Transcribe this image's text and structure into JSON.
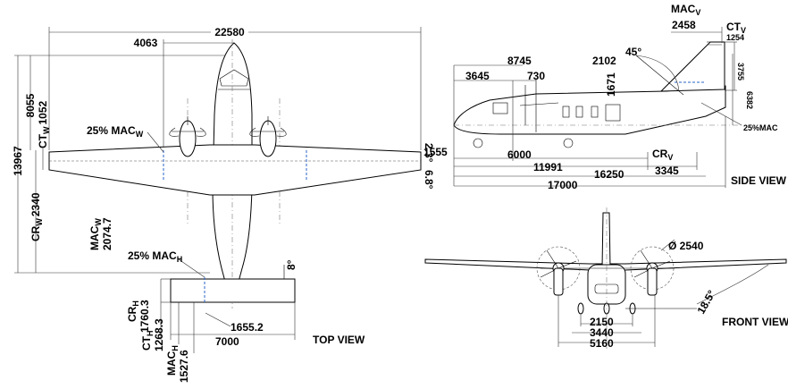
{
  "top_view": {
    "title": "TOP VIEW",
    "span": "22580",
    "nose_to_mac": "4063",
    "total_width": "13967",
    "wing_offset": "8055",
    "ct_w_label": "CT",
    "ct_w_sub": "W",
    "ct_w_value": "1052",
    "cr_w_label": "CR",
    "cr_w_sub": "W",
    "cr_w_value": "2340",
    "mac_w_quarter_label": "25% MAC",
    "mac_w_quarter_sub": "W",
    "mac_w_label": "MAC",
    "mac_w_sub": "W",
    "mac_w_value": "2074.7",
    "sweep_angle": "2.3°",
    "dihedral_angle": "6.8°",
    "mac_h_quarter_label": "25% MAC",
    "mac_h_quarter_sub": "H",
    "tail_angle": "8°",
    "cr_h_label": "CR",
    "cr_h_sub": "H",
    "cr_h_value": "1760.3",
    "ct_h_label": "CT",
    "ct_h_sub": "H",
    "ct_h_value": "1268.3",
    "mac_h_label": "MAC",
    "mac_h_sub": "H",
    "mac_h_value": "1527.6",
    "tail_offset": "1655.2",
    "tail_span": "7000"
  },
  "side_view": {
    "title": "SIDE VIEW",
    "mac_v_label": "MAC",
    "mac_v_sub": "V",
    "mac_v_value": "2458",
    "ct_v_label": "CT",
    "ct_v_sub": "V",
    "ct_v_value": "1254",
    "fin_angle": "45°",
    "height_total": "8745",
    "dim_3645": "3645",
    "dim_730": "730",
    "dim_2102": "2102",
    "dim_1671": "1671",
    "dim_3755": "3755",
    "dim_6382": "6382",
    "mac_v_quarter": "25%MAC",
    "dim_1555": "1555",
    "dim_6000": "6000",
    "cr_v_label": "CR",
    "cr_v_sub": "V",
    "cr_v_value": "3345",
    "dim_11991": "11991",
    "dim_16250": "16250",
    "length_total": "17000"
  },
  "front_view": {
    "title": "FRONT VIEW",
    "prop_diameter": "Ø 2540",
    "dihedral": "18.5°",
    "track_inner": "2150",
    "track_mid": "3440",
    "track_outer": "5160"
  }
}
